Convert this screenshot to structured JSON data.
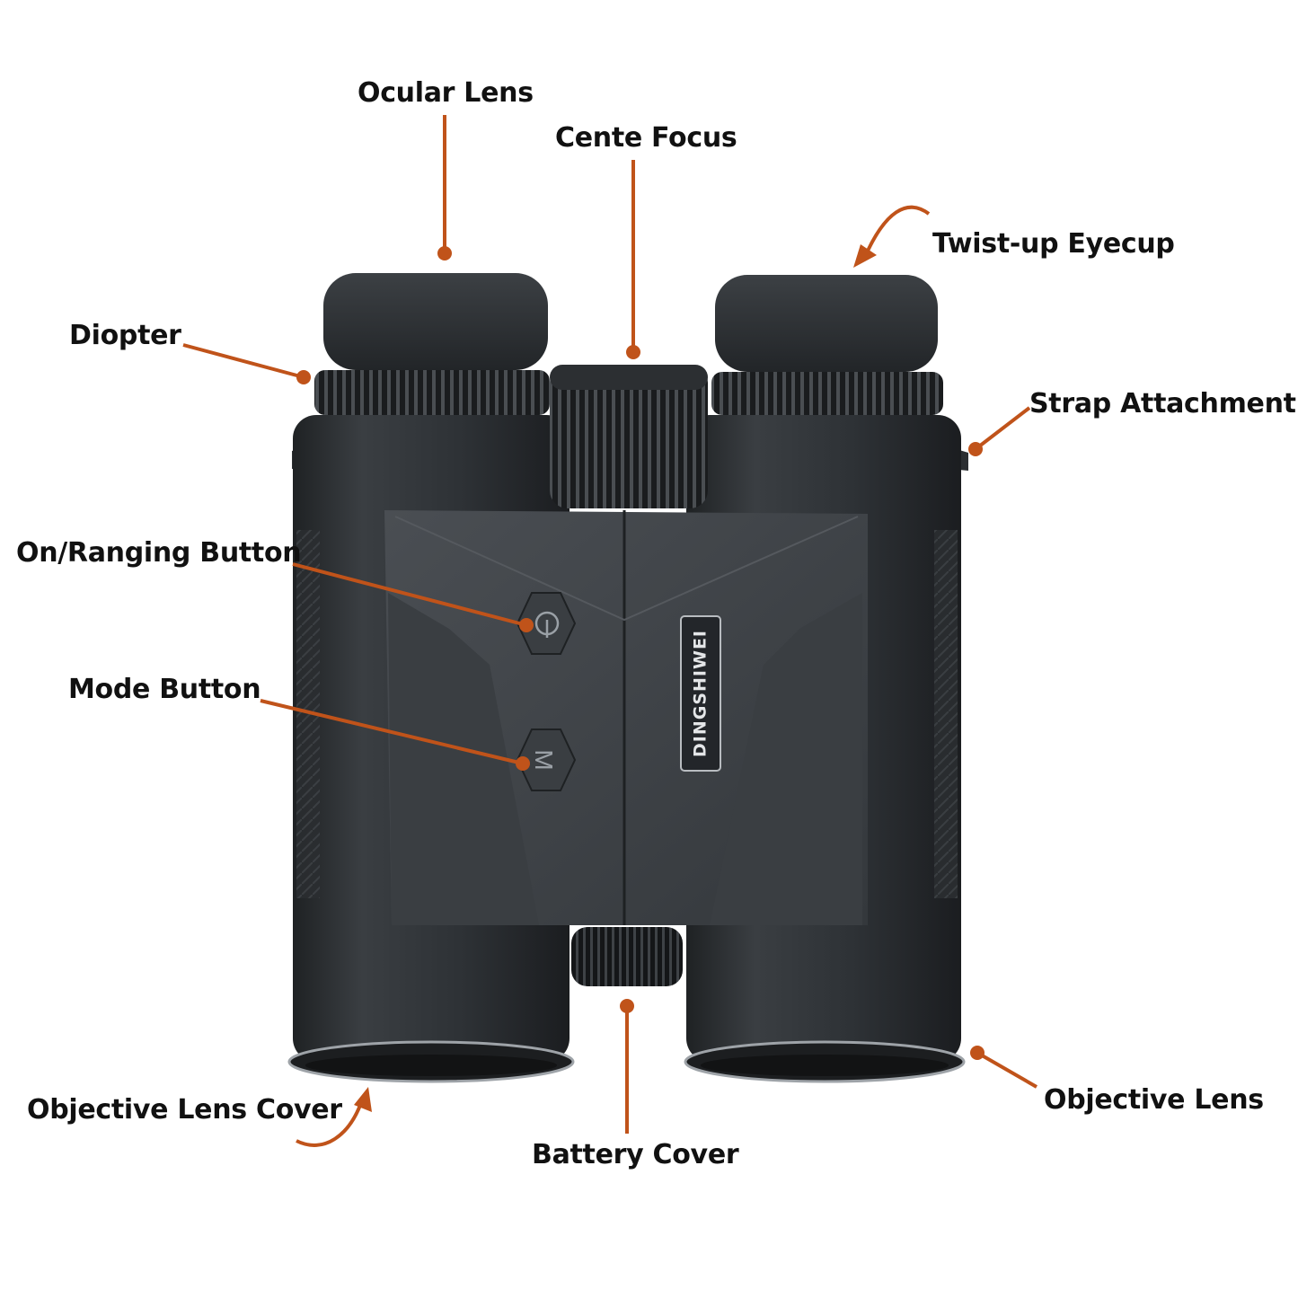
{
  "accent_color": "#c0531a",
  "body_color": "#2e3134",
  "labels": {
    "ocular_lens": "Ocular Lens",
    "cente_focus": "Cente Focus",
    "twist_up_eyecup": "Twist-up Eyecup",
    "diopter": "Diopter",
    "strap_attachment": "Strap Attachment",
    "on_ranging_button": "On/Ranging Button",
    "mode_button": "Mode Button",
    "objective_lens_cover": "Objective Lens Cover",
    "battery_cover": "Battery Cover",
    "objective_lens": "Objective Lens"
  },
  "product": {
    "brand": "DINGSHIWEI",
    "mode_button_glyph": "M",
    "power_icon": "power-icon"
  }
}
